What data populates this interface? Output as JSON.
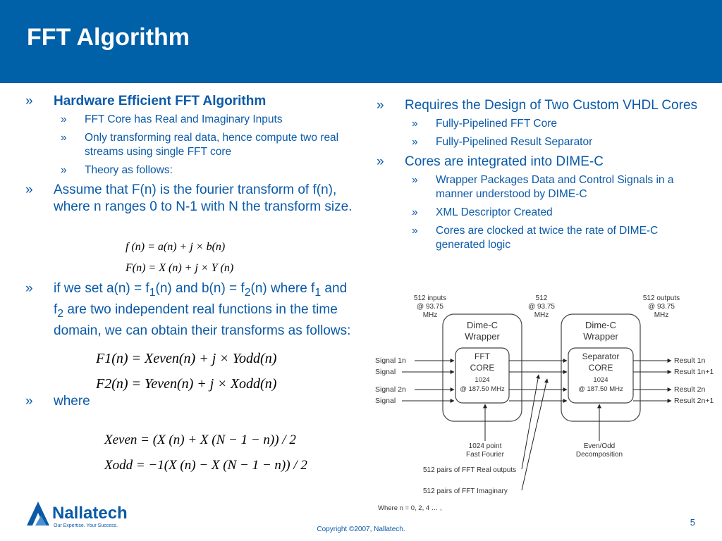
{
  "slide": {
    "title": "FFT Algorithm",
    "page_number": "5",
    "copyright": "Copyright ©2007, Nallatech."
  },
  "bullet_glyph": "»",
  "left": {
    "b1": "Hardware Efficient FFT Algorithm",
    "b1_sub": [
      "FFT Core has Real and Imaginary Inputs",
      "Only transforming real data, hence compute two real streams using single FFT core",
      "Theory as follows:"
    ],
    "b2": "Assume that F(n) is the fourier transform of f(n), where n ranges 0 to N-1 with N the transform size.",
    "b3_pre": "if we set a(n) = f",
    "b3_mid1": "(n) and b(n) = f",
    "b3_mid2": "(n) where f",
    "b3_mid3": " and f",
    "b3_post": " are two independent real functions in the time domain, we can obtain their transforms as follows:",
    "sub1": "1",
    "sub2": "2",
    "b4": "where"
  },
  "equations": {
    "e1": "f (n) = a(n) + j × b(n)",
    "e2": "F(n) = X (n) + j × Y (n)",
    "e3": "F1(n) = Xeven(n) + j × Yodd(n)",
    "e4": "F2(n) = Yeven(n) + j × Xodd(n)",
    "e5": "Xeven = (X (n) + X (N − 1 − n)) / 2",
    "e6": "Xodd = −1(X (n) − X (N − 1 − n)) / 2"
  },
  "right": {
    "b1": "Requires the Design of Two Custom VHDL Cores",
    "b1_sub": [
      "Fully-Pipelined FFT Core",
      "Fully-Pipelined Result Separator"
    ],
    "b2": "Cores are integrated into DIME-C",
    "b2_sub": [
      "Wrapper Packages Data and Control Signals in a manner understood by DIME-C",
      "XML Descriptor Created",
      "Cores are clocked at twice the rate of DIME-C generated logic"
    ]
  },
  "diagram": {
    "top_left": [
      "512 inputs",
      "@ 93.75",
      "MHz"
    ],
    "top_mid": [
      "512",
      "@ 93.75",
      "MHz"
    ],
    "top_right": [
      "512 outputs",
      "@ 93.75",
      "MHz"
    ],
    "wrapper": [
      "Dime-C",
      "Wrapper"
    ],
    "fft_core": [
      "FFT",
      "CORE",
      "1024",
      "@ 187.50 MHz"
    ],
    "sep_core": [
      "Separator",
      "CORE",
      "1024",
      "@ 187.50 MHz"
    ],
    "inputs": [
      "Signal 1n",
      "Signal",
      "Signal 2n",
      "Signal"
    ],
    "outputs": [
      "Result 1n",
      "Result 1n+1",
      "Result 2n",
      "Result 2n+1"
    ],
    "fft_label": [
      "1024 point",
      "Fast Fourier"
    ],
    "sep_label": [
      "Even/Odd",
      "Decomposition"
    ],
    "real_label": "512 pairs of FFT Real outputs",
    "imag_label": "512 pairs of FFT Imaginary",
    "where_note": "Where n = 0, 2, 4 … ,"
  },
  "logo": {
    "name": "Nallatech",
    "tagline": "Our Expertise. Your Success."
  },
  "colors": {
    "header": "#0060a8",
    "text": "#0a5aa8"
  }
}
